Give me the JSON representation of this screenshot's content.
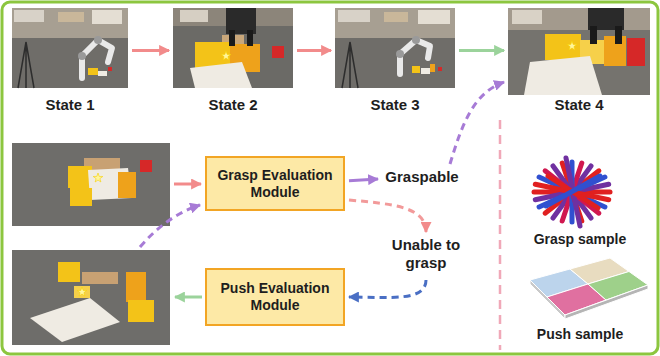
{
  "diagram": {
    "nodes": [
      {
        "text": [
          "State 1"
        ]
      },
      {
        "text": [
          "State 2"
        ]
      },
      {
        "text": [
          "State 3"
        ]
      },
      {
        "text": [
          "State 4"
        ]
      },
      {
        "text": [
          "Grasp Evaluation Module"
        ]
      },
      {
        "text": [
          "Push Evaluation Module"
        ]
      },
      {
        "text": [
          "Graspable"
        ]
      },
      {
        "text": [
          "Unable to grasp"
        ]
      }
    ],
    "edges": [
      {
        "from": 0,
        "to": 1,
        "arrow": "to"
      },
      {
        "from": 1,
        "to": 2,
        "arrow": "to"
      },
      {
        "from": 2,
        "to": 3,
        "arrow": "to"
      },
      {
        "from": 4,
        "to": 6,
        "arrow": "to"
      },
      {
        "from": 4,
        "to": 7,
        "arrow": "to"
      },
      {
        "from": 7,
        "to": 5,
        "arrow": "to"
      },
      {
        "from": 6,
        "to": 3,
        "arrow": "to"
      }
    ],
    "labels": [
      "Grasp sample",
      "Push sample"
    ]
  }
}
